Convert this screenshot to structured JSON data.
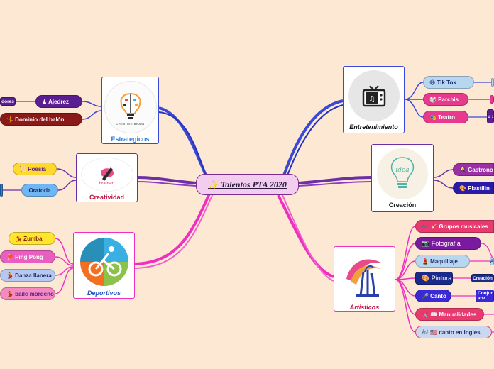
{
  "central": {
    "label": "✨ Talentos PTA 2020"
  },
  "branches": {
    "estrategicos": {
      "label": "Estrategicos",
      "logo_text": "CREATIVE BRAIN",
      "items": [
        "♟ Ajedrez",
        "🤸 Dominio del balón"
      ],
      "tags": [
        "dores"
      ]
    },
    "creatividad": {
      "label": "Creatividad",
      "logo_text": "brainart",
      "items": [
        "📜 Poesía",
        "Oratoria"
      ]
    },
    "deportivos": {
      "label": "Deportivos",
      "items": [
        "💃 Zumba",
        "🏓 Ping Pong",
        "💃 Danza llanera",
        "💃 baile mordeno"
      ]
    },
    "entretenimiento": {
      "label": "Entretenimiento",
      "items": [
        "😄 Tik Tok",
        "🎲 Parchis",
        "🎭 Teatro"
      ],
      "tags": [
        "Gu se"
      ]
    },
    "creacion": {
      "label": "Creación",
      "logo_text": "idea",
      "items": [
        "🍳 Gastrono",
        "🎨 Plastilin"
      ]
    },
    "artisticos": {
      "label": "Artisticos",
      "items": [
        "🎶 🎸 Grupos musicales",
        "📷 Fotografía",
        "💄 Maquillaje",
        "🎨 Pintura",
        "🎤 Canto",
        "✂️ 📖 Manualidades",
        "🎶 🇺🇸 canto en ingles"
      ],
      "tags": [
        "Creación",
        "Conjun voz",
        "A"
      ]
    }
  },
  "colors": {
    "background": "#fde8d3",
    "blue": "#3a48d6",
    "purple": "#6b2fa6",
    "magenta": "#ef2fc0"
  }
}
